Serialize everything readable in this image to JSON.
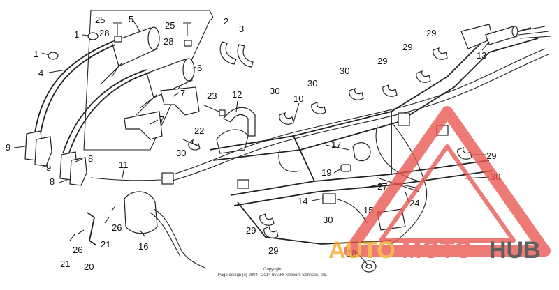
{
  "diagram": {
    "callouts": [
      {
        "id": "c1a",
        "text": "1"
      },
      {
        "id": "c1b",
        "text": "1"
      },
      {
        "id": "c2",
        "text": "2"
      },
      {
        "id": "c3",
        "text": "3"
      },
      {
        "id": "c4",
        "text": "4"
      },
      {
        "id": "c5",
        "text": "5"
      },
      {
        "id": "c6",
        "text": "6"
      },
      {
        "id": "c7a",
        "text": "7"
      },
      {
        "id": "c7b",
        "text": "7"
      },
      {
        "id": "c8a",
        "text": "8"
      },
      {
        "id": "c8b",
        "text": "8"
      },
      {
        "id": "c9a",
        "text": "9"
      },
      {
        "id": "c9b",
        "text": "9"
      },
      {
        "id": "c10",
        "text": "10"
      },
      {
        "id": "c11",
        "text": "11"
      },
      {
        "id": "c12",
        "text": "12"
      },
      {
        "id": "c13",
        "text": "13"
      },
      {
        "id": "c14",
        "text": "14"
      },
      {
        "id": "c15",
        "text": "15"
      },
      {
        "id": "c16",
        "text": "16"
      },
      {
        "id": "c17",
        "text": "17"
      },
      {
        "id": "c18",
        "text": "18"
      },
      {
        "id": "c19",
        "text": "19"
      },
      {
        "id": "c20",
        "text": "20"
      },
      {
        "id": "c21a",
        "text": "21"
      },
      {
        "id": "c21b",
        "text": "21"
      },
      {
        "id": "c22",
        "text": "22"
      },
      {
        "id": "c23",
        "text": "23"
      },
      {
        "id": "c24",
        "text": "24"
      },
      {
        "id": "c25a",
        "text": "25"
      },
      {
        "id": "c25b",
        "text": "25"
      },
      {
        "id": "c26a",
        "text": "26"
      },
      {
        "id": "c26b",
        "text": "26"
      },
      {
        "id": "c27",
        "text": "27"
      },
      {
        "id": "c28a",
        "text": "28"
      },
      {
        "id": "c28b",
        "text": "28"
      },
      {
        "id": "c29a",
        "text": "29"
      },
      {
        "id": "c29b",
        "text": "29"
      },
      {
        "id": "c29c",
        "text": "29"
      },
      {
        "id": "c29d",
        "text": "29"
      },
      {
        "id": "c29e",
        "text": "29"
      },
      {
        "id": "c29f",
        "text": "29"
      },
      {
        "id": "c30a",
        "text": "30"
      },
      {
        "id": "c30b",
        "text": "30"
      },
      {
        "id": "c30c",
        "text": "30"
      },
      {
        "id": "c30d",
        "text": "30"
      },
      {
        "id": "c30e",
        "text": "30"
      },
      {
        "id": "c30f",
        "text": "30"
      }
    ],
    "copyright_line1": "Copyright",
    "copyright_line2": "Page design (c) 2004 - 2014 by ARI Network Services, Inc."
  },
  "watermark": {
    "part1": "AUTO",
    "part2": "MOTO",
    "part3": "HUB",
    "color_primary": "#f5a623",
    "color_secondary": "#e8554e",
    "color_dark": "#333333"
  }
}
